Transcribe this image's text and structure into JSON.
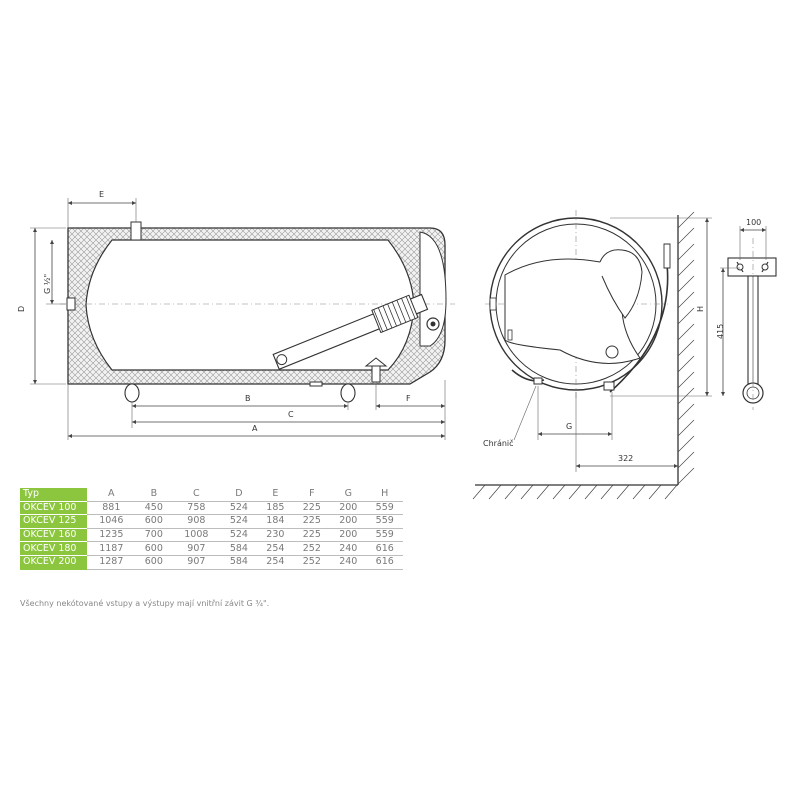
{
  "diagram": {
    "labels": {
      "a": "A",
      "b": "B",
      "c": "C",
      "d": "D",
      "e": "E",
      "f": "F",
      "g_half": "G ½\"",
      "g": "G",
      "h": "H",
      "protector": "Chránič",
      "dim_100": "100",
      "dim_415": "415",
      "dim_322": "322"
    }
  },
  "table": {
    "headers": [
      "Typ",
      "A",
      "B",
      "C",
      "D",
      "E",
      "F",
      "G",
      "H"
    ],
    "rows": [
      [
        "OKCEV 100",
        "881",
        "450",
        "758",
        "524",
        "185",
        "225",
        "200",
        "559"
      ],
      [
        "OKCEV 125",
        "1046",
        "600",
        "908",
        "524",
        "184",
        "225",
        "200",
        "559"
      ],
      [
        "OKCEV 160",
        "1235",
        "700",
        "1008",
        "524",
        "230",
        "225",
        "200",
        "559"
      ],
      [
        "OKCEV 180",
        "1187",
        "600",
        "907",
        "584",
        "254",
        "252",
        "240",
        "616"
      ],
      [
        "OKCEV 200",
        "1287",
        "600",
        "907",
        "584",
        "254",
        "252",
        "240",
        "616"
      ]
    ],
    "footnote": "Všechny nekótované vstupy a výstupy mají vnitřní závit G ¾\"."
  },
  "colors": {
    "header_accent": "#8cc63f",
    "line": "#333333"
  }
}
